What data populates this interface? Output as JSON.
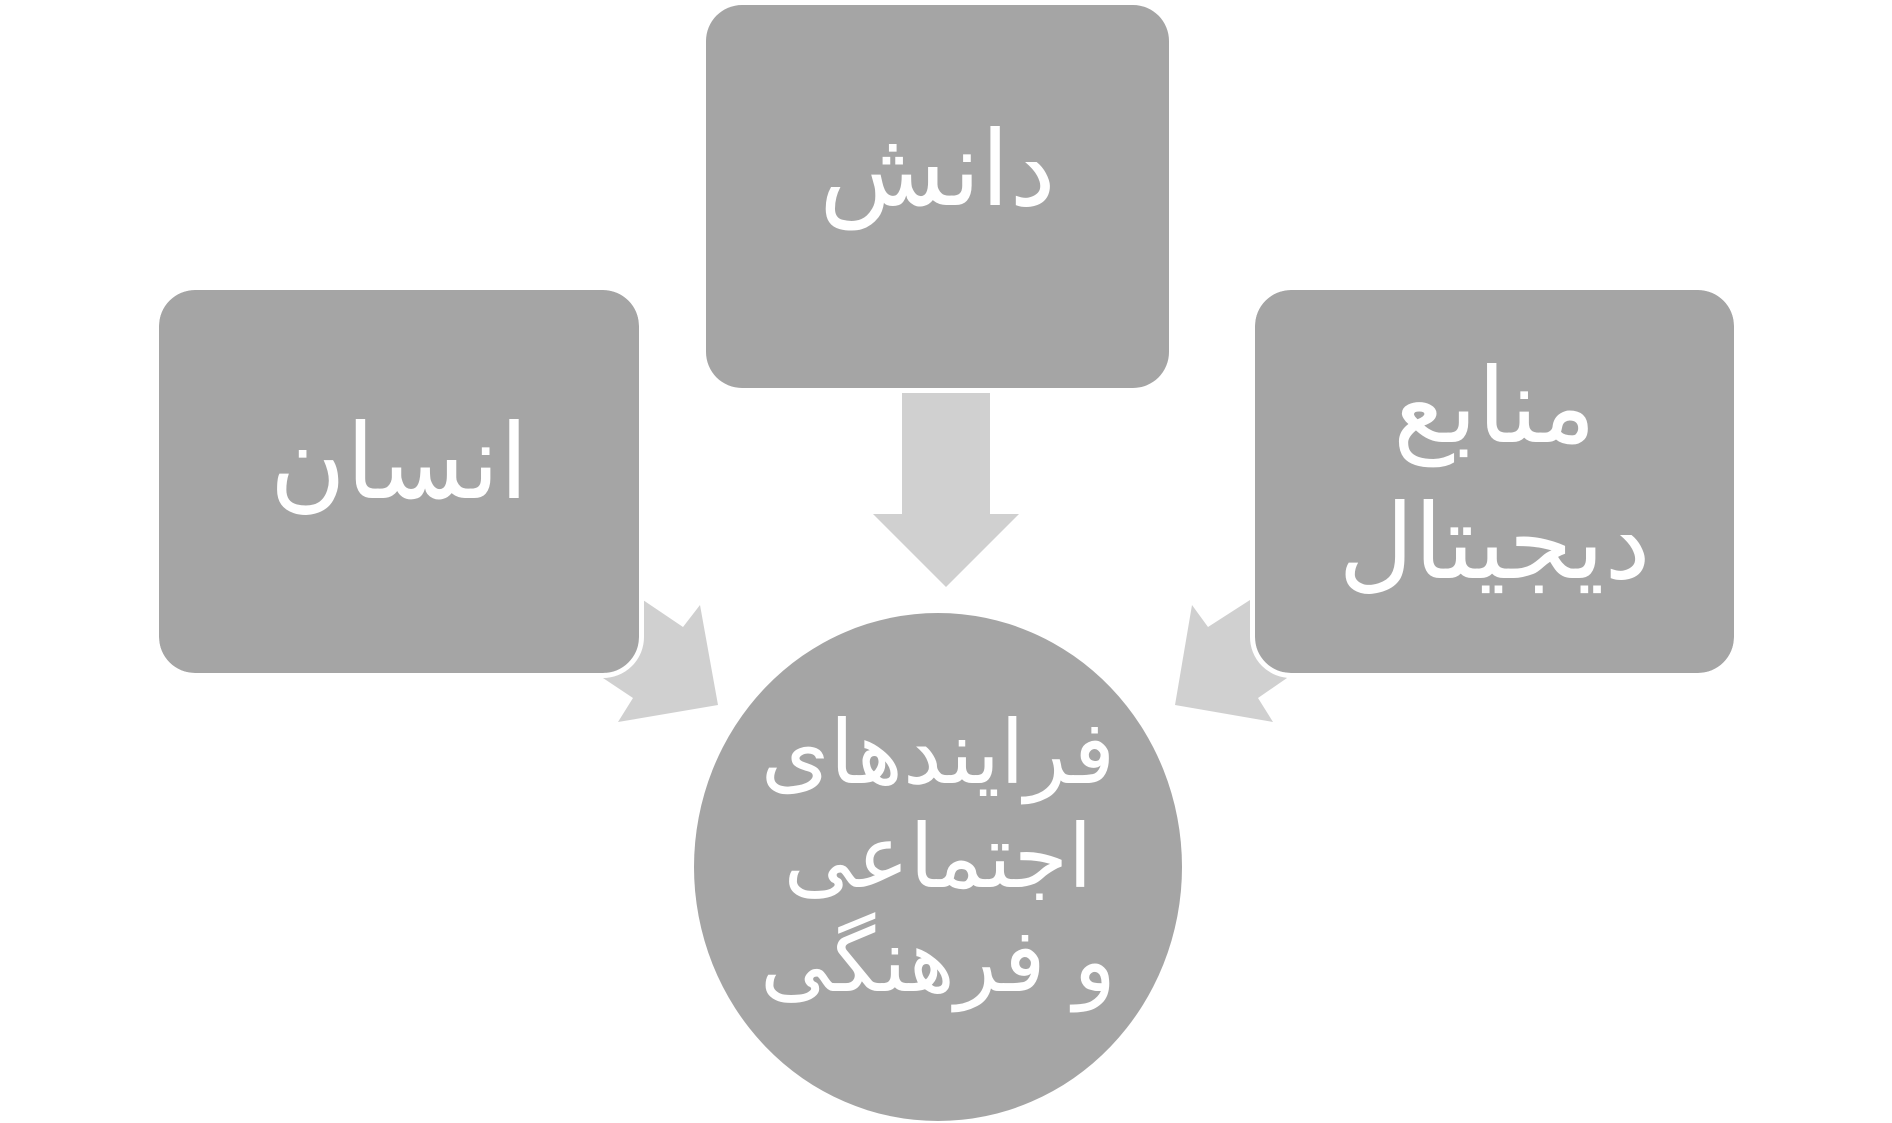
{
  "diagram": {
    "type": "convergence-flow",
    "colors": {
      "background": "#ffffff",
      "node_fill": "#a5a5a5",
      "arrow_fill": "#d0d0d0",
      "text": "#ffffff"
    },
    "nodes": {
      "top": {
        "label": "دانش"
      },
      "left": {
        "label": "انسان"
      },
      "right": {
        "lines": [
          "منابع",
          "دیجیتال"
        ]
      },
      "center": {
        "lines": [
          "فرایندهای",
          "اجتماعی",
          "و فرهنگی"
        ]
      }
    },
    "edges": [
      {
        "from": "top",
        "to": "center",
        "direction": "down"
      },
      {
        "from": "left",
        "to": "center",
        "direction": "down-right"
      },
      {
        "from": "right",
        "to": "center",
        "direction": "down-left"
      }
    ]
  }
}
